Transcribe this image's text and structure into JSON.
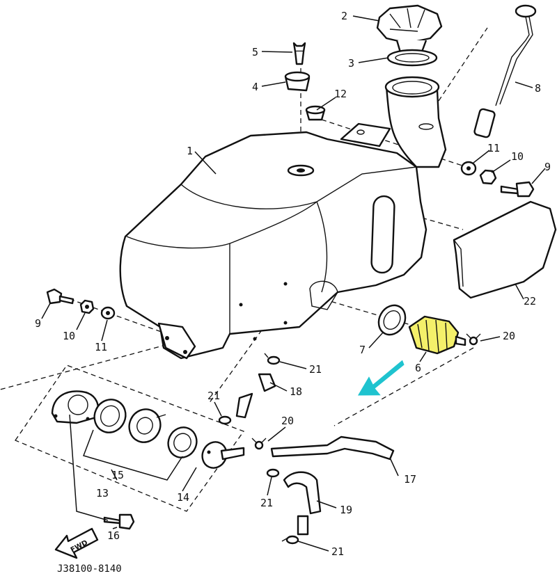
{
  "diagram": {
    "catalog_code": "J38100-8140",
    "fwd_label": "FWD",
    "highlight_color": "#f4f06a",
    "arrow_color": "#1fc3cf",
    "labels": {
      "l1": "1",
      "l2": "2",
      "l3": "3",
      "l4": "4",
      "l5": "5",
      "l6": "6",
      "l7a": "7",
      "l8": "8",
      "l9a": "9",
      "l9b": "9",
      "l10a": "10",
      "l10b": "10",
      "l11a": "11",
      "l11b": "11",
      "l12": "12",
      "l13": "13",
      "l14": "14",
      "l15": "15",
      "l16": "16",
      "l17": "17",
      "l18": "18",
      "l19": "19",
      "l20a": "20",
      "l20b": "20",
      "l21a": "21",
      "l21b": "21",
      "l21c": "21",
      "l21d": "21",
      "l22": "22"
    }
  }
}
